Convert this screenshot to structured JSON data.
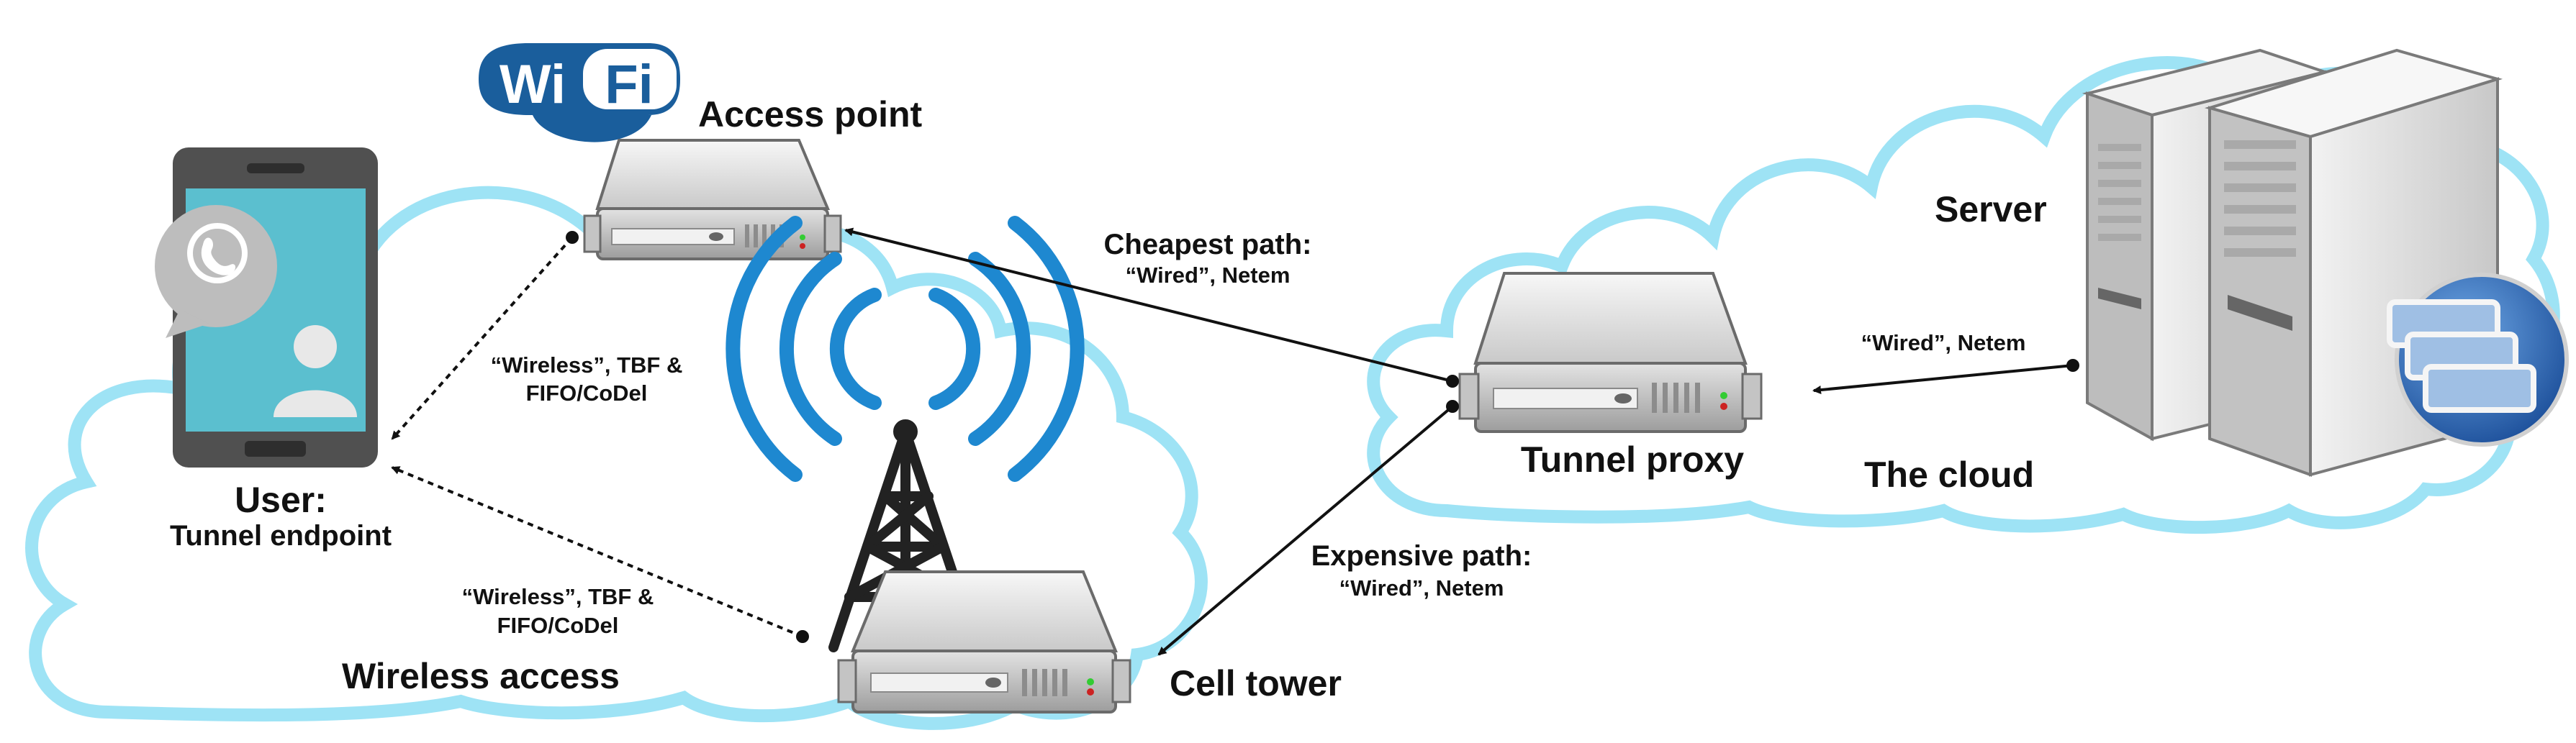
{
  "labels": {
    "access_point": "Access point",
    "user_title": "User:",
    "user_subtitle": "Tunnel endpoint",
    "wireless_access": "Wireless access",
    "cell_tower": "Cell tower",
    "tunnel_proxy": "Tunnel proxy",
    "the_cloud": "The cloud",
    "server": "Server",
    "wifi_logo": "WiFi"
  },
  "edges": {
    "cheapest_title": "Cheapest path:",
    "cheapest_detail": "“Wired”, Netem",
    "expensive_title": "Expensive path:",
    "expensive_detail": "“Wired”, Netem",
    "server_link": "“Wired”, Netem",
    "wireless_top_1": "“Wireless”, TBF &",
    "wireless_top_2": "FIFO/CoDel",
    "wireless_bottom_1": "“Wireless”, TBF &",
    "wireless_bottom_2": "FIFO/CoDel"
  },
  "colors": {
    "cloud_outline": "#9ee3f5",
    "wifi_blue": "#1a5e9c",
    "signal_blue": "#1e88d0",
    "server_body": "#dcdcdc",
    "phone_body": "#505050",
    "phone_screen": "#5bbfcf",
    "whatsapp_bubble": "#bdbdbd",
    "edge_line": "#111111"
  },
  "icons": [
    "wifi-logo-icon",
    "smartphone-icon",
    "whatsapp-icon",
    "user-avatar-icon",
    "server-icon",
    "cell-tower-icon",
    "radio-waves-icon",
    "server-tower-icon",
    "windows-app-icon"
  ]
}
